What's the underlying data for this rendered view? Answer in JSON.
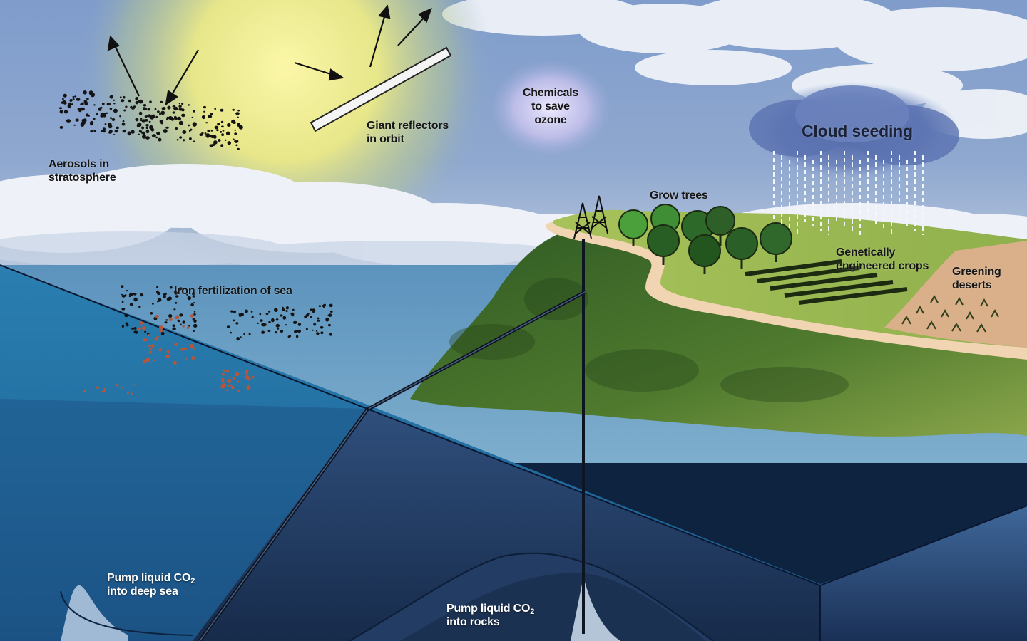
{
  "labels": {
    "aerosols": [
      "Aerosols in",
      "stratosphere"
    ],
    "reflectors": [
      "Giant reflectors",
      "in orbit"
    ],
    "chemicals": [
      "Chemicals",
      "to save",
      "ozone"
    ],
    "cloud_seeding": "Cloud seeding",
    "grow_trees": "Grow trees",
    "crops": [
      "Genetically",
      "engineered crops"
    ],
    "greening": [
      "Greening",
      "deserts"
    ],
    "iron": "Iron fertilization of sea",
    "deep_sea": {
      "line1_pre": "Pump liquid CO",
      "line1_sub": "2",
      "line2": "into deep sea"
    },
    "rocks": {
      "line1_pre": "Pump liquid CO",
      "line1_sub": "2",
      "line2": "into rocks"
    }
  },
  "colors": {
    "sun": "#f4ee7a",
    "sky": "#6f8fc2",
    "sea": "#1e7cae",
    "deep_sea": "#1a3358",
    "land": "#9dbb52",
    "forest": "#3f6b26",
    "desert": "#d9b088",
    "shore": "#f2d3b0"
  }
}
